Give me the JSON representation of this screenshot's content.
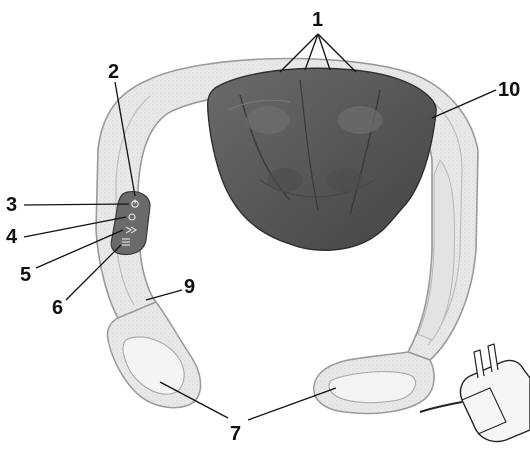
{
  "figure": {
    "callouts": [
      {
        "id": "1",
        "label": "1"
      },
      {
        "id": "2",
        "label": "2"
      },
      {
        "id": "3",
        "label": "3"
      },
      {
        "id": "4",
        "label": "4"
      },
      {
        "id": "5",
        "label": "5"
      },
      {
        "id": "6",
        "label": "6"
      },
      {
        "id": "7",
        "label": "7"
      },
      {
        "id": "9",
        "label": "9"
      },
      {
        "id": "10",
        "label": "10"
      }
    ],
    "colors": {
      "body_fill": "#e8e8e8",
      "body_stroke": "#9a9a9a",
      "cover_fill": "#5e5e5e",
      "cover_dark": "#3f3f3f",
      "panel_fill": "#6a6a6a",
      "ink": "#111111"
    },
    "icons": [
      "power-icon",
      "heat-icon",
      "speed-icon",
      "direction-icon",
      "power-adapter-icon"
    ]
  }
}
